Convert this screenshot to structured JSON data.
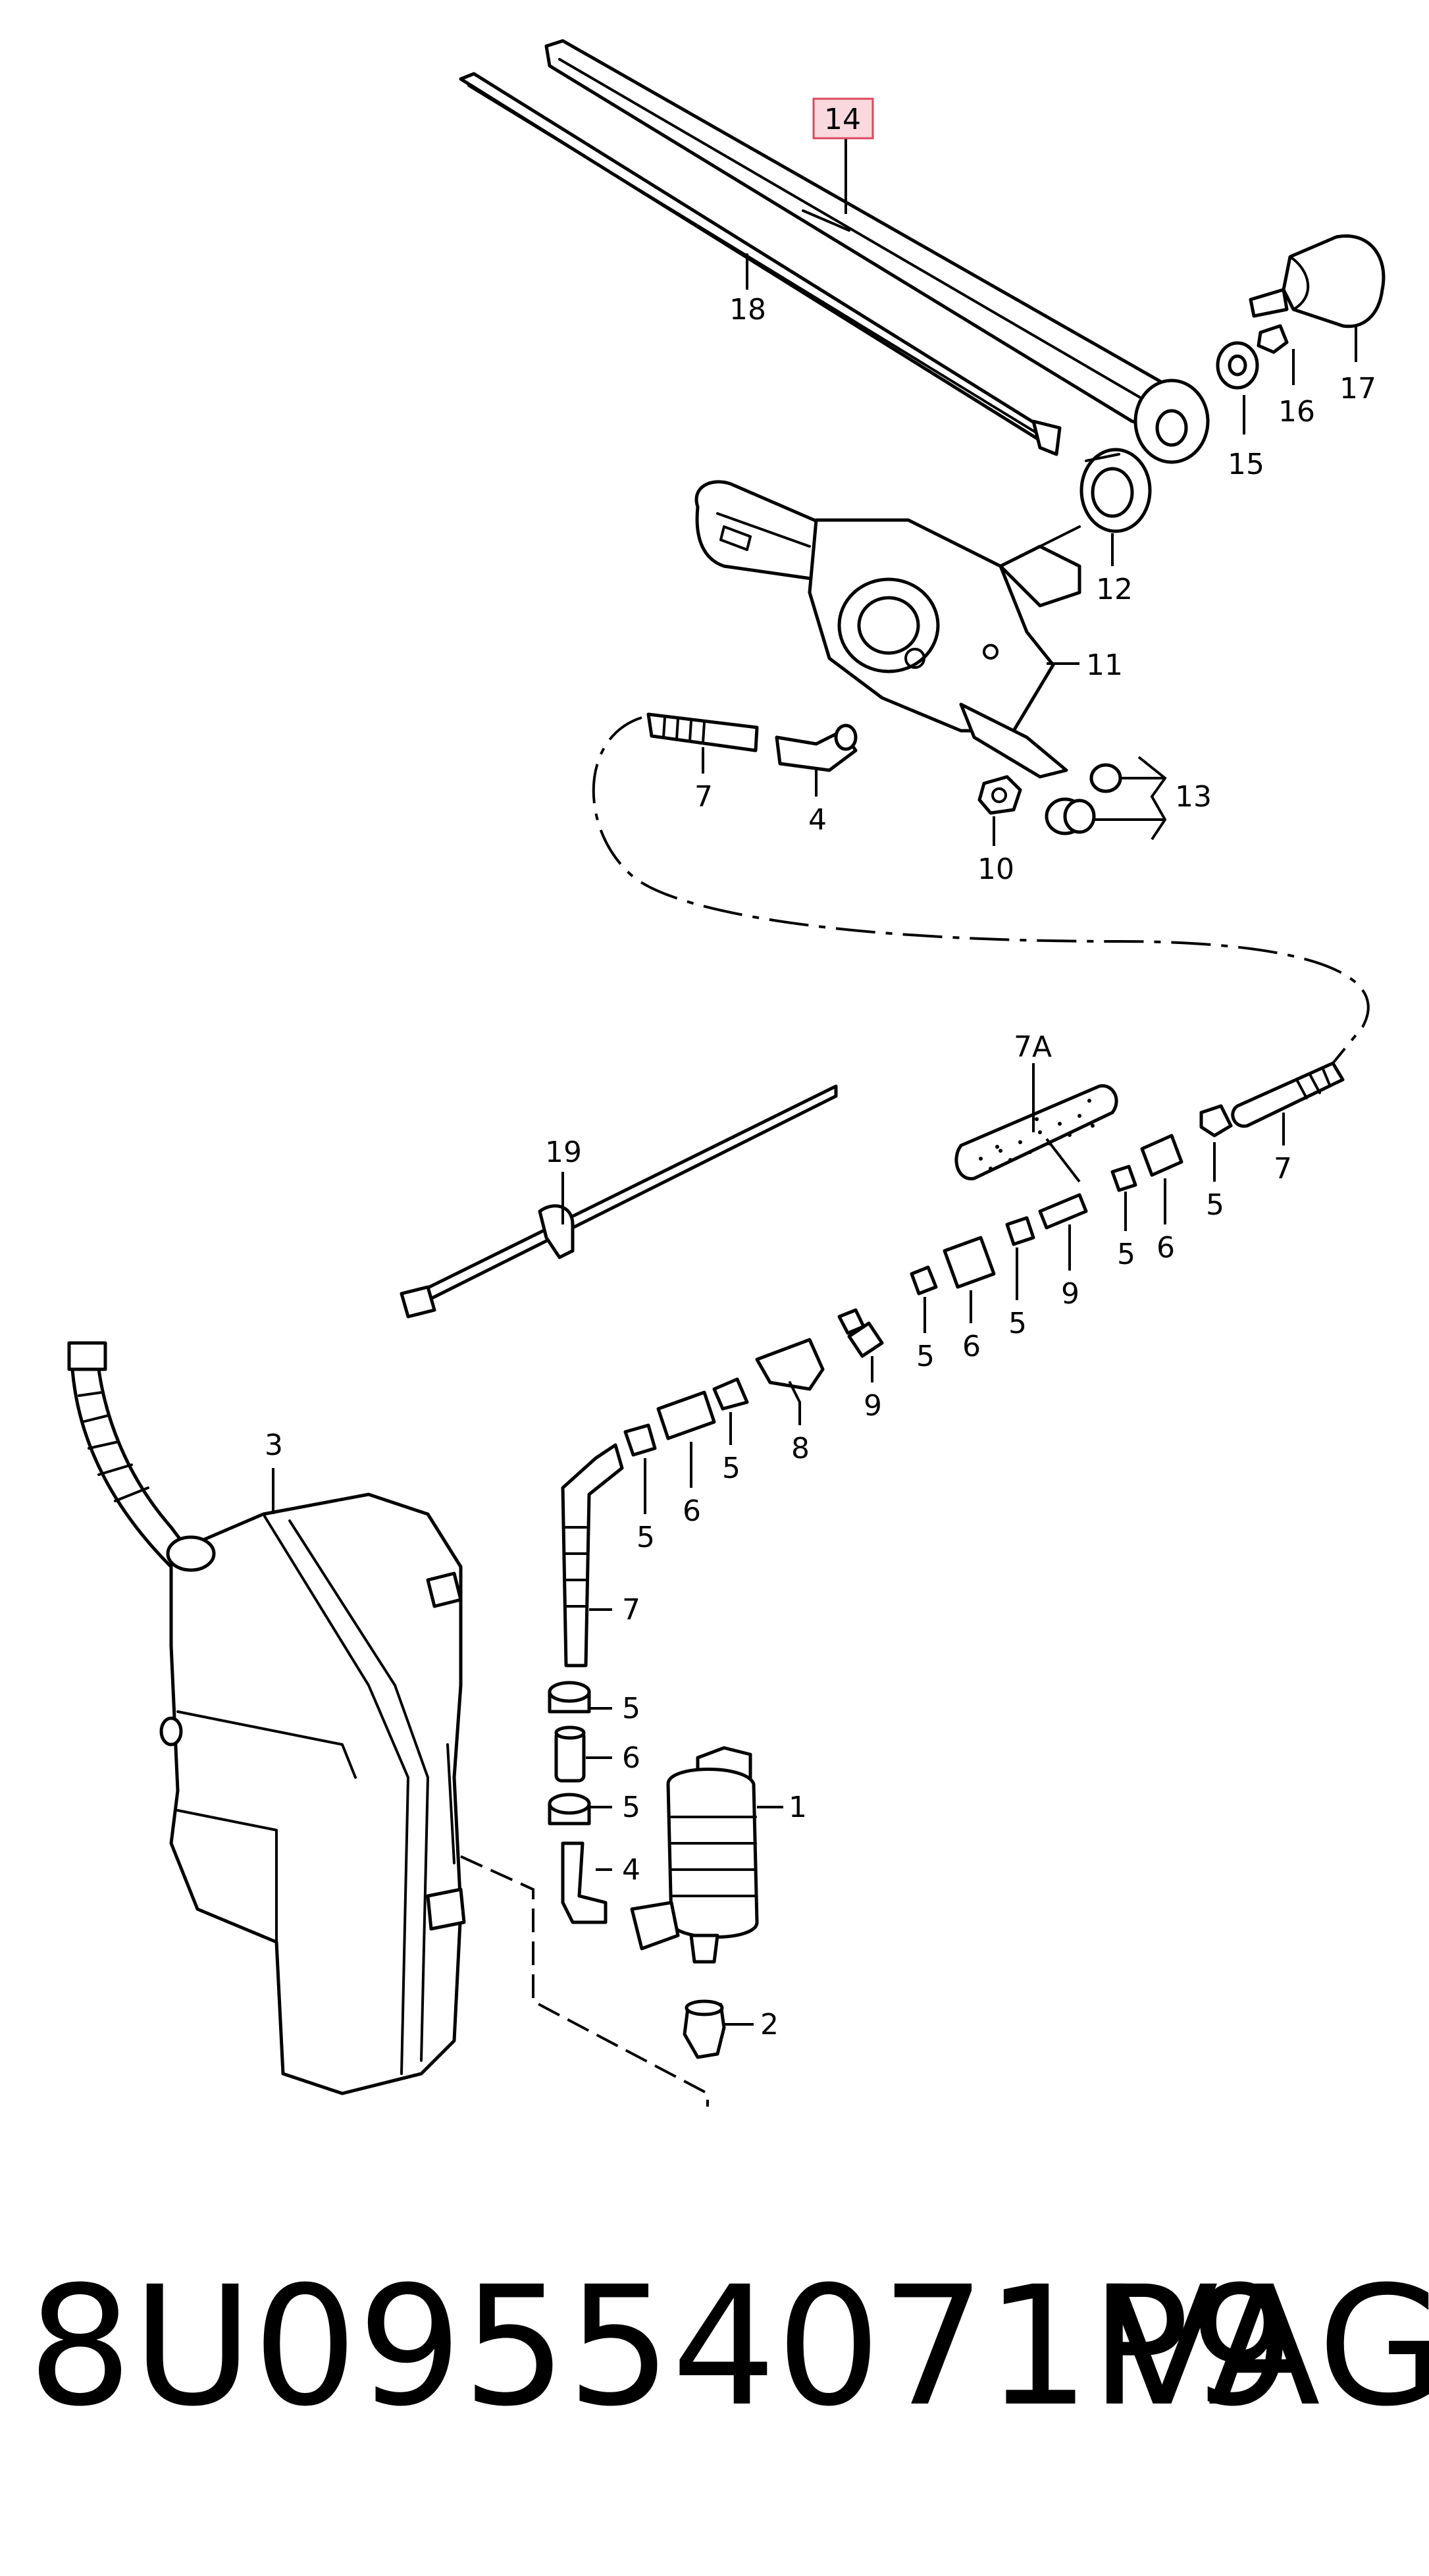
{
  "labels": {
    "l14": "14",
    "l18": "18",
    "l17": "17",
    "l16": "16",
    "l15": "15",
    "l12": "12",
    "l11": "11",
    "l13": "13",
    "l10": "10",
    "l7_top": "7",
    "l4_top": "4",
    "l7a": "7A",
    "l7_right": "7",
    "l5_a": "5",
    "l6_a": "6",
    "l5_b": "5",
    "l9_a": "9",
    "l5_c": "5",
    "l6_b": "6",
    "l5_d": "5",
    "l9_b": "9",
    "l8": "8",
    "l5_e": "5",
    "l6_c": "6",
    "l5_f": "5",
    "l19": "19",
    "l3": "3",
    "l7_mid": "7",
    "l5_g": "5",
    "l6_d": "6",
    "l5_h": "5",
    "l4_bot": "4",
    "l1": "1",
    "l2": "2"
  },
  "highlighted_label": "14",
  "colors": {
    "highlight_fill": "#f9d9de",
    "highlight_border": "#d9485f",
    "line": "#000000"
  },
  "footer": {
    "part_number": "8U09554071P9",
    "brand": "VAG"
  }
}
